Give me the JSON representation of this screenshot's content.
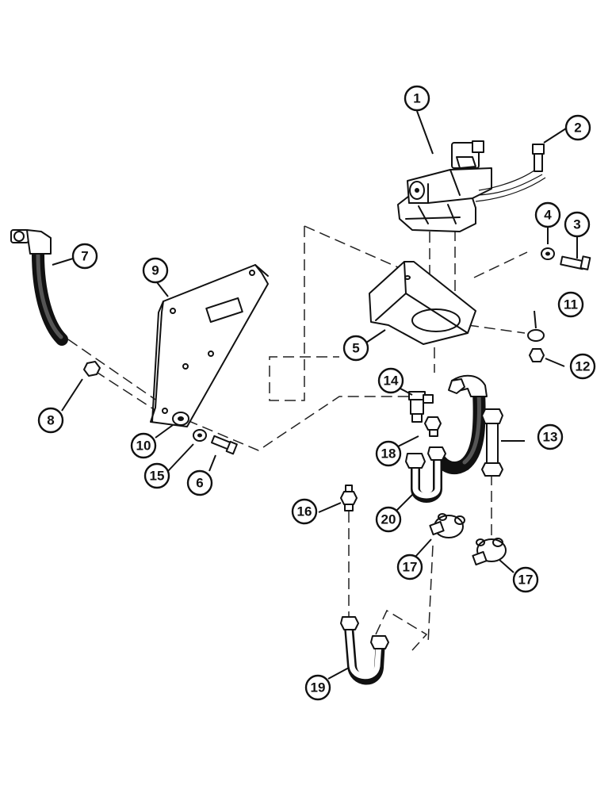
{
  "callouts": [
    {
      "id": "c1",
      "number": "1",
      "part": "solenoid-valve"
    },
    {
      "id": "c2",
      "number": "2",
      "part": "bolt"
    },
    {
      "id": "c3",
      "number": "3",
      "part": "bolt"
    },
    {
      "id": "c4",
      "number": "4",
      "part": "washer"
    },
    {
      "id": "c5",
      "number": "5",
      "part": "mounting-bracket"
    },
    {
      "id": "c6",
      "number": "6",
      "part": "bolt"
    },
    {
      "id": "c7",
      "number": "7",
      "part": "hose"
    },
    {
      "id": "c8",
      "number": "8",
      "part": "nut"
    },
    {
      "id": "c9",
      "number": "9",
      "part": "mounting-plate"
    },
    {
      "id": "c10",
      "number": "10",
      "part": "washer"
    },
    {
      "id": "c11",
      "number": "11",
      "part": "washer"
    },
    {
      "id": "c12",
      "number": "12",
      "part": "nut"
    },
    {
      "id": "c13",
      "number": "13",
      "part": "tube"
    },
    {
      "id": "c14",
      "number": "14",
      "part": "fitting"
    },
    {
      "id": "c15",
      "number": "15",
      "part": "washer"
    },
    {
      "id": "c16",
      "number": "16",
      "part": "fitting"
    },
    {
      "id": "c17a",
      "number": "17",
      "part": "tee-fitting"
    },
    {
      "id": "c17b",
      "number": "17",
      "part": "tee-fitting"
    },
    {
      "id": "c18",
      "number": "18",
      "part": "fitting"
    },
    {
      "id": "c19",
      "number": "19",
      "part": "tube"
    },
    {
      "id": "c20",
      "number": "20",
      "part": "tube"
    }
  ]
}
